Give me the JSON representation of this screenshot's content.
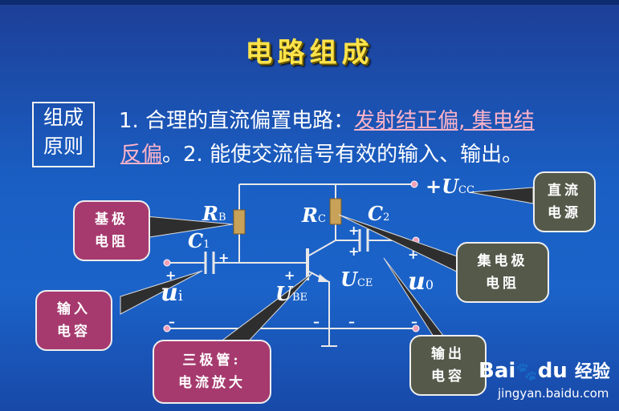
{
  "title": "电路组成",
  "principle_box": {
    "line1": "组成",
    "line2": "原则"
  },
  "principle": {
    "part1": "1. 合理的直流偏置电路：",
    "highlight1": "发射结正偏, 集电结",
    "highlight2": "反偏",
    "part2": "。2. 能使交流信号有效的输入、输出。"
  },
  "callouts": {
    "base_resistor": {
      "line1": "基极",
      "line2": "电阻"
    },
    "input_capacitor": {
      "line1": "输入",
      "line2": "电容"
    },
    "transistor": {
      "line1": "三极管:",
      "line2": "电流放大"
    },
    "dc_source": {
      "line1": "直流",
      "line2": "电源"
    },
    "collector_resistor": {
      "line1": "集电极",
      "line2": "电阻"
    },
    "output_capacitor": {
      "line1": "输出",
      "line2": "电容"
    }
  },
  "labels": {
    "RB": {
      "main": "R",
      "sub": "B"
    },
    "RC": {
      "main": "R",
      "sub": "C"
    },
    "C1": {
      "main": "C",
      "sub": "1"
    },
    "C2": {
      "main": "C",
      "sub": "2"
    },
    "UCC": {
      "main": "+U",
      "sub": "CC"
    },
    "UBE": {
      "main": "U",
      "sub": "BE"
    },
    "UCE": {
      "main": "U",
      "sub": "CE"
    },
    "ui": {
      "main": "u",
      "sub": "i"
    },
    "uo": {
      "main": "u",
      "sub": "0"
    }
  },
  "signs": {
    "plus": "+",
    "minus": "–"
  },
  "watermark": {
    "brand": "Bai",
    "brand2": "du",
    "product": "经验",
    "url": "jingyan.baidu.com"
  },
  "colors": {
    "title": "#ffe34a",
    "highlight": "#ffb3c8",
    "callout_left": "#a63a6e",
    "callout_right": "#54594a",
    "wire": "#e8e8e8",
    "resistor": "#c9a25a"
  }
}
